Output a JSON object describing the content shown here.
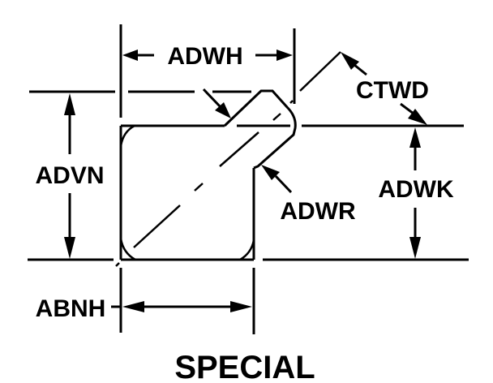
{
  "diagram": {
    "title": "SPECIAL",
    "labels": {
      "adwh": "ADWH",
      "ctwd": "CTWD",
      "advn": "ADVN",
      "adwk": "ADWK",
      "adwr": "ADWR",
      "abnh": "ABNH"
    },
    "colors": {
      "line": "#000000",
      "background": "#ffffff"
    }
  }
}
